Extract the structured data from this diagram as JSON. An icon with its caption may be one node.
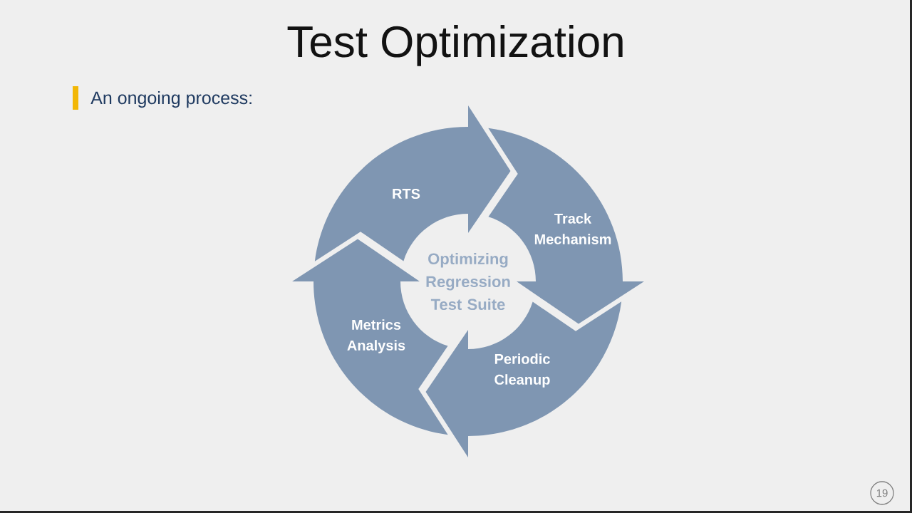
{
  "diagram": {
    "title": "Test Optimization",
    "nodes": [
      {
        "text": [
          "RTS"
        ]
      },
      {
        "text": [
          "Track Mechanism"
        ]
      },
      {
        "text": [
          "Periodic Cleanup"
        ]
      },
      {
        "text": [
          "Metrics Analysis"
        ]
      }
    ],
    "labels": [
      "An ongoing process:",
      "Optimizing Regression Test Suite",
      "19"
    ]
  }
}
